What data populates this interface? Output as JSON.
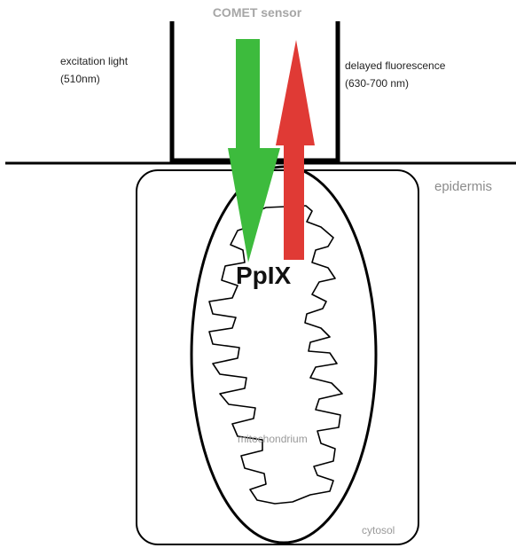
{
  "sensor": {
    "title": "COMET sensor"
  },
  "excitation": {
    "line1": "excitation light",
    "line2": "(510nm)",
    "color": "#3dbb3d"
  },
  "fluorescence": {
    "line1": "delayed fluorescence",
    "line2": "(630-700 nm)",
    "color": "#e03a35"
  },
  "layers": {
    "epidermis": "epidermis",
    "cytosol": "cytosol"
  },
  "molecule": {
    "label": "PpIX"
  },
  "organelle": {
    "label": "mitochondrium"
  }
}
